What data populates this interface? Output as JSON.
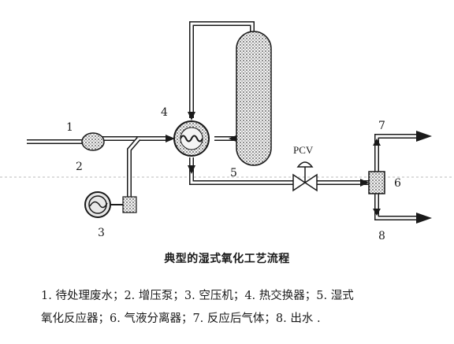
{
  "labels": {
    "n1": "1",
    "n2": "2",
    "n3": "3",
    "n4": "4",
    "n5": "5",
    "n6": "6",
    "n7": "7",
    "n8": "8",
    "pcv": "PCV"
  },
  "title": "典型的湿式氧化工艺流程",
  "caption": {
    "line1": "1. 待处理废水；2. 增压泵；3. 空压机；4. 热交换器；5. 湿式",
    "line2": "氧化反应器；6. 气液分离器；7. 反应后气体；8. 出水 ."
  },
  "colors": {
    "line": "#1a1a1a",
    "pipe": "#ffffff",
    "fill": "#555555"
  }
}
